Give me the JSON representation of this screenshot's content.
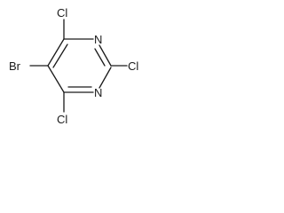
{
  "molecule": {
    "atoms": {
      "cl_top": "Cl",
      "n_upper": "N",
      "cl_right": "Cl",
      "n_lower": "N",
      "cl_bottom": "Cl",
      "br_left": "Br"
    }
  }
}
